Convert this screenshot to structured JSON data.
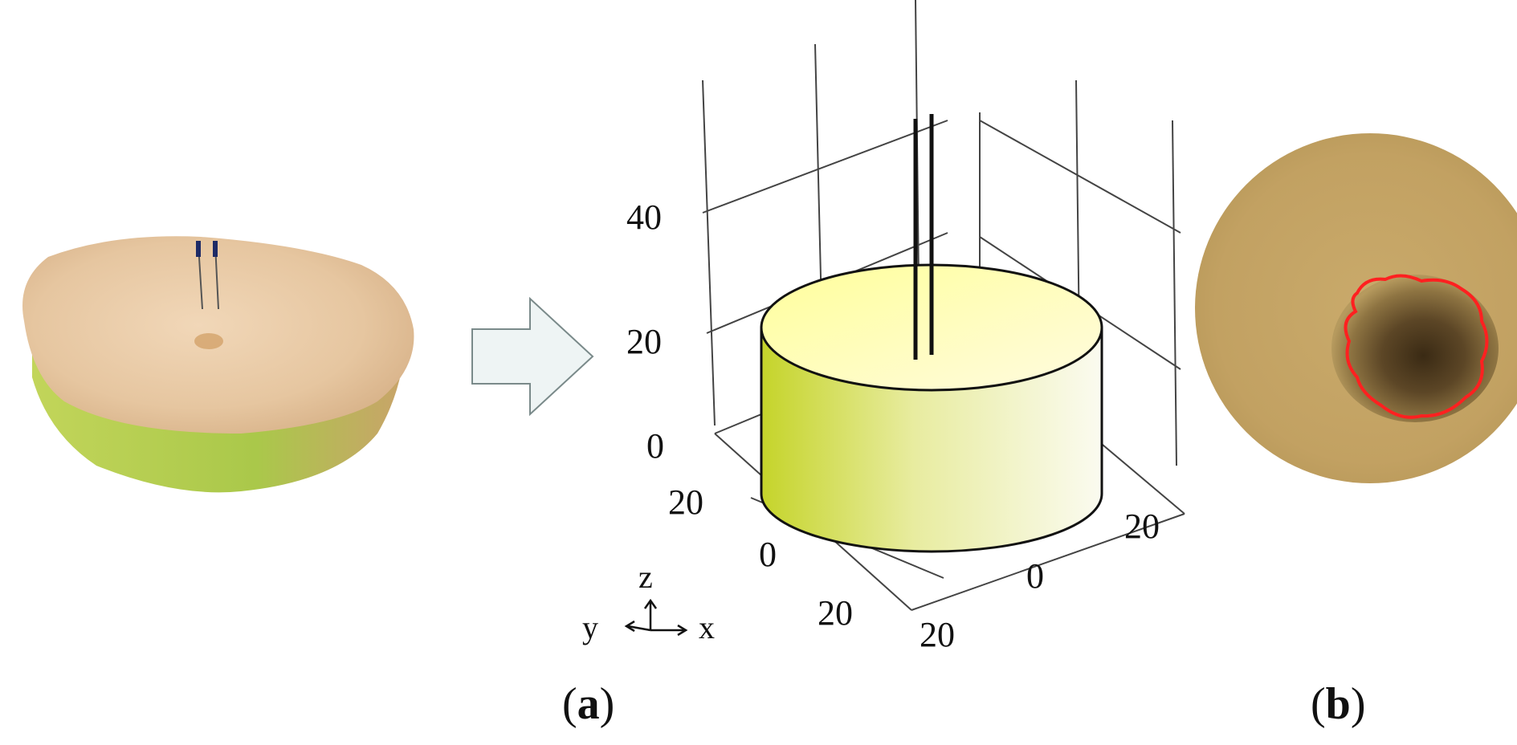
{
  "figure": {
    "panel_a": {
      "label_letter": "a",
      "z_ticks": [
        "40",
        "20",
        "0"
      ],
      "y_ticks": [
        "20",
        "0",
        "20"
      ],
      "x_ticks": [
        "20",
        "0",
        "20"
      ],
      "axis_triad": {
        "z": "z",
        "y": "y",
        "x": "x"
      }
    },
    "panel_b": {
      "label_letter": "b"
    },
    "colors": {
      "sample_top": "#e8c7a0",
      "sample_green": "#b8d060",
      "cylinder_top": "#ffffb0",
      "cylinder_side_dark": "#c8d830",
      "arrow_fill": "#eef4f4",
      "dish": "#c4a465",
      "lesion_outline": "#ff2020"
    }
  }
}
